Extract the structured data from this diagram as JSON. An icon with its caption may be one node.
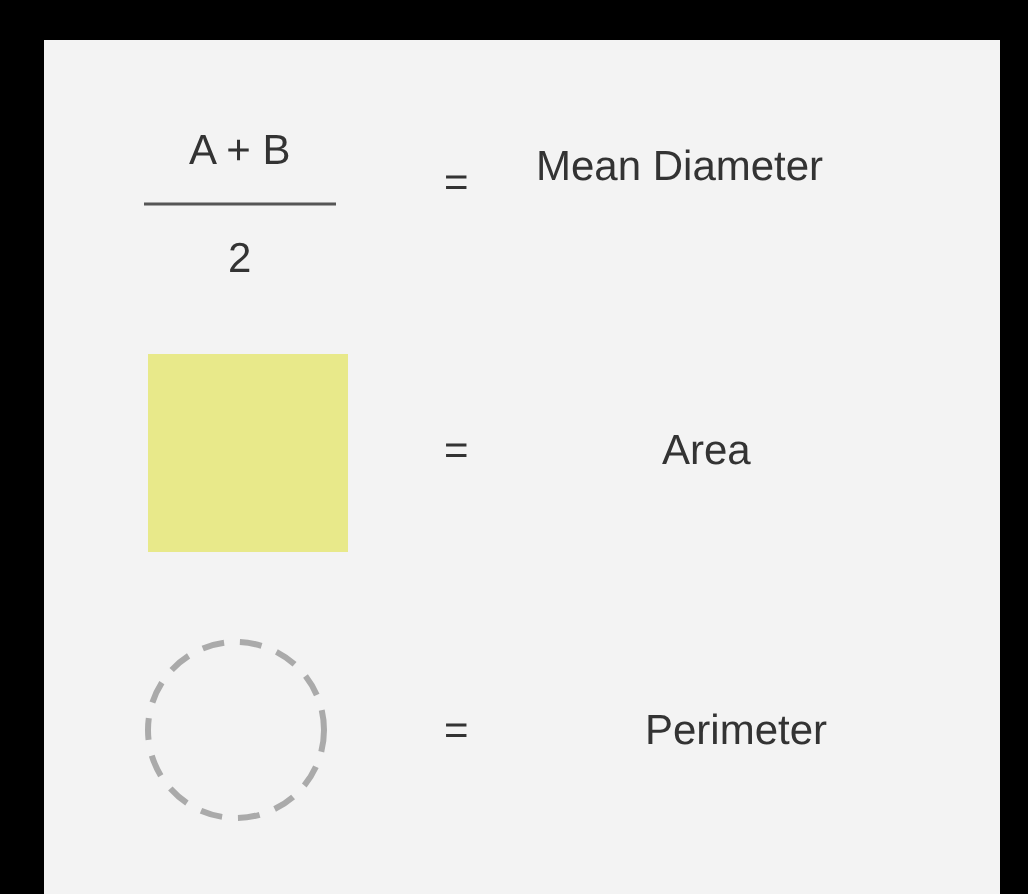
{
  "diagram": {
    "labels": [
      "A + B",
      "2",
      "=",
      "Mean Diameter",
      "=",
      "="
    ],
    "legend": [
      {
        "text": "Area",
        "color": "#e8e98a"
      },
      {
        "text": "Perimeter"
      }
    ]
  }
}
